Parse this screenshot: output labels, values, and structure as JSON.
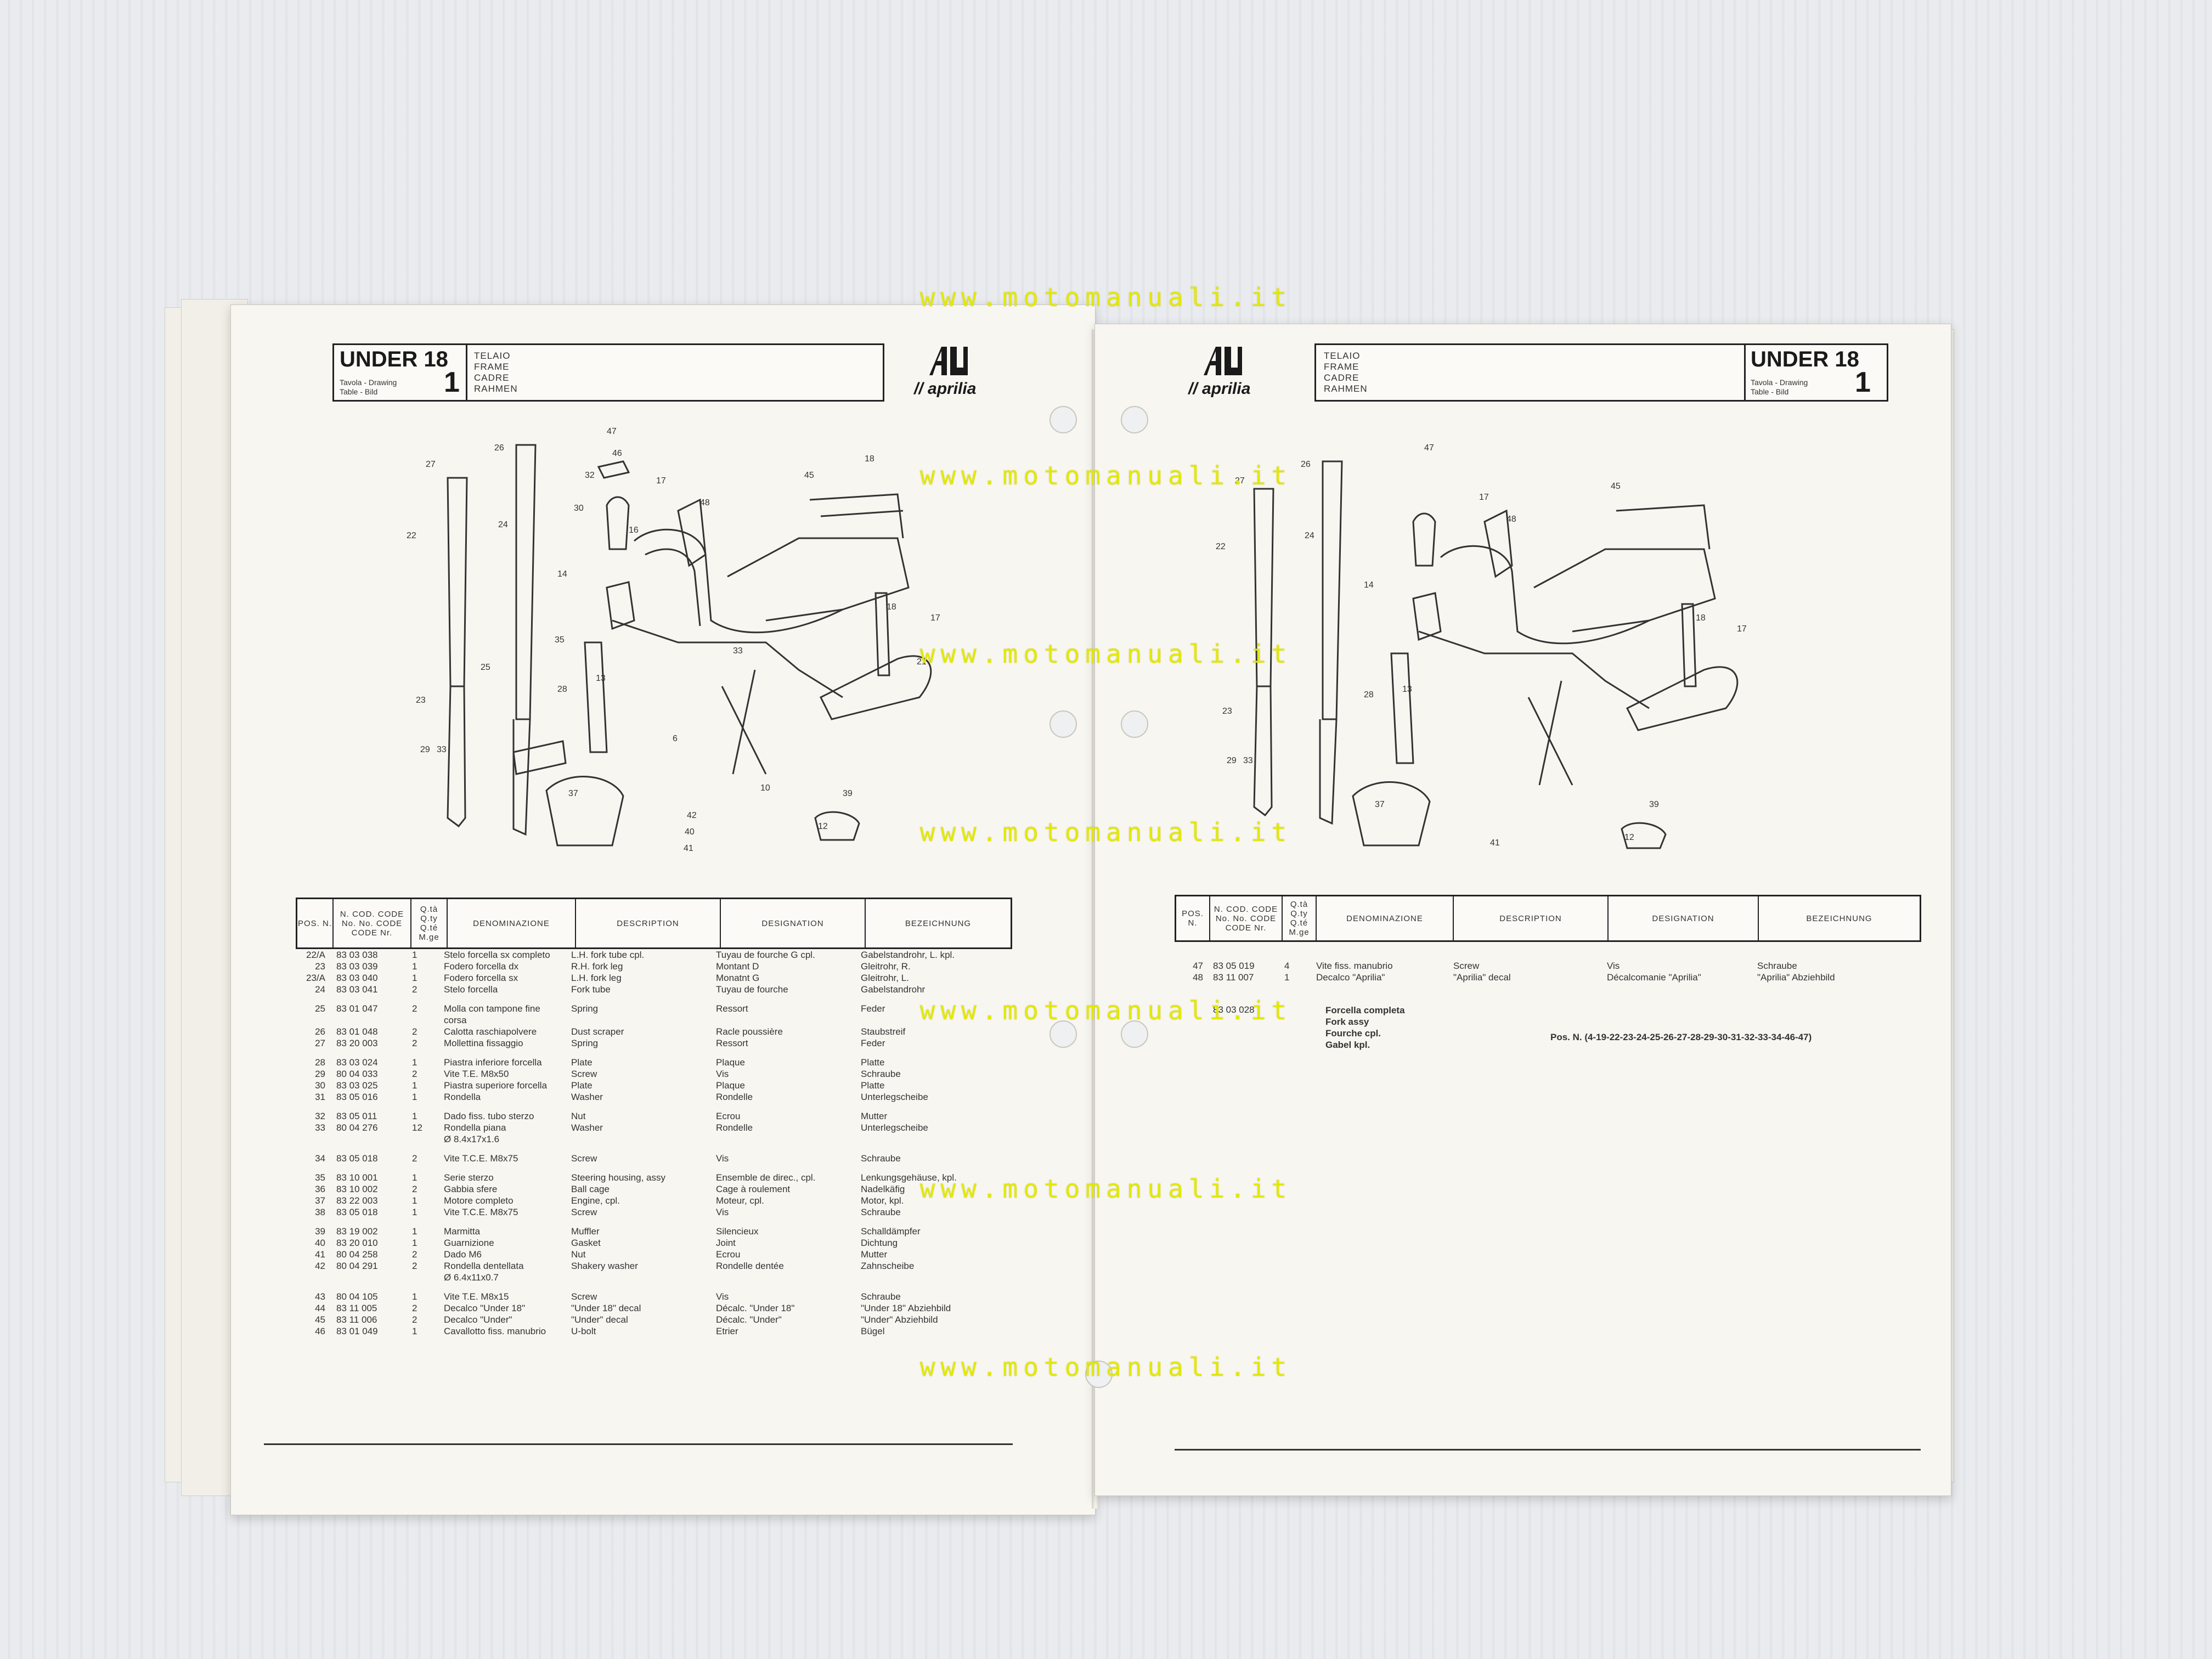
{
  "watermark": "www.motomanuali.it",
  "left_page": {
    "model": "UNDER 18",
    "tavola_labels": [
      "Tavola - Drawing",
      "Table - Bild"
    ],
    "drawing_number": "1",
    "section_names": [
      "TELAIO",
      "FRAME",
      "CADRE",
      "RAHMEN"
    ],
    "brand": "aprilia",
    "table_headers": {
      "pos": "POS. N.",
      "code": "N. COD. CODE No. No. CODE CODE Nr.",
      "qty": "Q.tà Q.ty Q.té M.ge",
      "denominazione": "DENOMINAZIONE",
      "description": "DESCRIPTION",
      "designation": "DESIGNATION",
      "bezeichnung": "BEZEICHNUNG"
    },
    "rows": [
      {
        "pos": "22/A",
        "code": "83 03 038",
        "qty": "1",
        "it": "Stelo forcella sx completo",
        "en": "L.H. fork tube cpl.",
        "fr": "Tuyau de fourche G cpl.",
        "de": "Gabelstandrohr, L. kpl."
      },
      {
        "pos": "23",
        "code": "83 03 039",
        "qty": "1",
        "it": "Fodero forcella dx",
        "en": "R.H. fork leg",
        "fr": "Montant D",
        "de": "Gleitrohr, R."
      },
      {
        "pos": "23/A",
        "code": "83 03 040",
        "qty": "1",
        "it": "Fodero forcella sx",
        "en": "L.H. fork leg",
        "fr": "Monatnt G",
        "de": "Gleitrohr, L."
      },
      {
        "pos": "24",
        "code": "83 03 041",
        "qty": "2",
        "it": "Stelo forcella",
        "en": "Fork tube",
        "fr": "Tuyau de fourche",
        "de": "Gabelstandrohr"
      },
      {
        "pos": "25",
        "code": "83 01 047",
        "qty": "2",
        "it": "Molla con tampone fine",
        "en": "Spring",
        "fr": "Ressort",
        "de": "Feder",
        "gap": true
      },
      {
        "pos": "",
        "code": "",
        "qty": "",
        "it": "corsa",
        "en": "",
        "fr": "",
        "de": ""
      },
      {
        "pos": "26",
        "code": "83 01 048",
        "qty": "2",
        "it": "Calotta raschiapolvere",
        "en": "Dust scraper",
        "fr": "Racle poussière",
        "de": "Staubstreif"
      },
      {
        "pos": "27",
        "code": "83 20 003",
        "qty": "2",
        "it": "Mollettina fissaggio",
        "en": "Spring",
        "fr": "Ressort",
        "de": "Feder"
      },
      {
        "pos": "28",
        "code": "83 03 024",
        "qty": "1",
        "it": "Piastra inferiore forcella",
        "en": "Plate",
        "fr": "Plaque",
        "de": "Platte",
        "gap": true
      },
      {
        "pos": "29",
        "code": "80 04 033",
        "qty": "2",
        "it": "Vite T.E. M8x50",
        "en": "Screw",
        "fr": "Vis",
        "de": "Schraube"
      },
      {
        "pos": "30",
        "code": "83 03 025",
        "qty": "1",
        "it": "Piastra superiore forcella",
        "en": "Plate",
        "fr": "Plaque",
        "de": "Platte"
      },
      {
        "pos": "31",
        "code": "83 05 016",
        "qty": "1",
        "it": "Rondella",
        "en": "Washer",
        "fr": "Rondelle",
        "de": "Unterlegscheibe"
      },
      {
        "pos": "32",
        "code": "83 05 011",
        "qty": "1",
        "it": "Dado fiss. tubo sterzo",
        "en": "Nut",
        "fr": "Ecrou",
        "de": "Mutter",
        "gap": true
      },
      {
        "pos": "33",
        "code": "80 04 276",
        "qty": "12",
        "it": "Rondella piana",
        "en": "Washer",
        "fr": "Rondelle",
        "de": "Unterlegscheibe"
      },
      {
        "pos": "",
        "code": "",
        "qty": "",
        "it": "Ø 8.4x17x1.6",
        "en": "",
        "fr": "",
        "de": ""
      },
      {
        "pos": "34",
        "code": "83 05 018",
        "qty": "2",
        "it": "Vite T.C.E. M8x75",
        "en": "Screw",
        "fr": "Vis",
        "de": "Schraube",
        "gap": true
      },
      {
        "pos": "35",
        "code": "83 10 001",
        "qty": "1",
        "it": "Serie sterzo",
        "en": "Steering housing, assy",
        "fr": "Ensemble de direc., cpl.",
        "de": "Lenkungsgehäuse, kpl.",
        "gap": true
      },
      {
        "pos": "36",
        "code": "83 10 002",
        "qty": "2",
        "it": "Gabbia sfere",
        "en": "Ball cage",
        "fr": "Cage à roulement",
        "de": "Nadelkäfig"
      },
      {
        "pos": "37",
        "code": "83 22 003",
        "qty": "1",
        "it": "Motore completo",
        "en": "Engine, cpl.",
        "fr": "Moteur, cpl.",
        "de": "Motor, kpl."
      },
      {
        "pos": "38",
        "code": "83 05 018",
        "qty": "1",
        "it": "Vite T.C.E. M8x75",
        "en": "Screw",
        "fr": "Vis",
        "de": "Schraube"
      },
      {
        "pos": "39",
        "code": "83 19 002",
        "qty": "1",
        "it": "Marmitta",
        "en": "Muffler",
        "fr": "Silencieux",
        "de": "Schalldämpfer",
        "gap": true
      },
      {
        "pos": "40",
        "code": "83 20 010",
        "qty": "1",
        "it": "Guarnizione",
        "en": "Gasket",
        "fr": "Joint",
        "de": "Dichtung"
      },
      {
        "pos": "41",
        "code": "80 04 258",
        "qty": "2",
        "it": "Dado M6",
        "en": "Nut",
        "fr": "Ecrou",
        "de": "Mutter"
      },
      {
        "pos": "42",
        "code": "80 04 291",
        "qty": "2",
        "it": "Rondella dentellata",
        "en": "Shakery washer",
        "fr": "Rondelle dentée",
        "de": "Zahnscheibe"
      },
      {
        "pos": "",
        "code": "",
        "qty": "",
        "it": "Ø 6.4x11x0.7",
        "en": "",
        "fr": "",
        "de": ""
      },
      {
        "pos": "43",
        "code": "80 04 105",
        "qty": "1",
        "it": "Vite T.E. M8x15",
        "en": "Screw",
        "fr": "Vis",
        "de": "Schraube",
        "gap": true
      },
      {
        "pos": "44",
        "code": "83 11 005",
        "qty": "2",
        "it": "Decalco \"Under 18\"",
        "en": "\"Under 18\" decal",
        "fr": "Décalc. \"Under 18\"",
        "de": "\"Under 18\" Abziehbild"
      },
      {
        "pos": "45",
        "code": "83 11 006",
        "qty": "2",
        "it": "Decalco \"Under\"",
        "en": "\"Under\" decal",
        "fr": "Décalc. \"Under\"",
        "de": "\"Under\" Abziehbild"
      },
      {
        "pos": "46",
        "code": "83 01 049",
        "qty": "1",
        "it": "Cavallotto fiss. manubrio",
        "en": "U-bolt",
        "fr": "Etrier",
        "de": "Bügel"
      }
    ]
  },
  "right_page": {
    "model": "UNDER 18",
    "tavola_labels": [
      "Tavola - Drawing",
      "Table - Bild"
    ],
    "drawing_number": "1",
    "section_names": [
      "TELAIO",
      "FRAME",
      "CADRE",
      "RAHMEN"
    ],
    "brand": "aprilia",
    "table_headers": {
      "pos": "POS. N.",
      "code": "N. COD. CODE No. No. CODE CODE Nr.",
      "qty": "Q.tà Q.ty Q.té M.ge",
      "denominazione": "DENOMINAZIONE",
      "description": "DESCRIPTION",
      "designation": "DESIGNATION",
      "bezeichnung": "BEZEICHNUNG"
    },
    "rows": [
      {
        "pos": "47",
        "code": "83 05 019",
        "qty": "4",
        "it": "Vite fiss. manubrio",
        "en": "Screw",
        "fr": "Vis",
        "de": "Schraube"
      },
      {
        "pos": "48",
        "code": "83 11 007",
        "qty": "1",
        "it": "Decalco \"Aprilia\"",
        "en": "\"Aprilia\" decal",
        "fr": "Décalcomanie \"Aprilia\"",
        "de": "\"Aprilia\" Abziehbild"
      }
    ],
    "fork_code": "83 03 028",
    "fork_names": [
      "Forcella completa",
      "Fork assy",
      "Fourche cpl.",
      "Gabel kpl."
    ],
    "fork_pos_note": "Pos. N. (4-19-22-23-24-25-26-27-28-29-30-31-32-33-34-46-47)"
  }
}
